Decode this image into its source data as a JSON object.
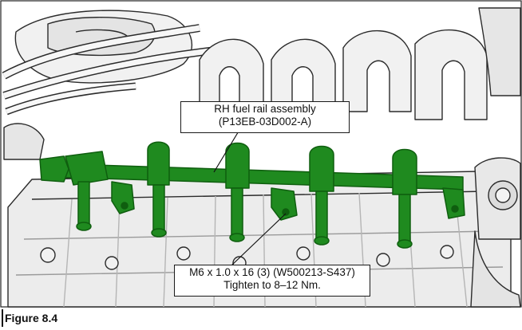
{
  "callouts": {
    "rail_line1": "RH fuel rail assembly",
    "rail_line2": "(P13EB-03D002-A)",
    "bolt_line1": "M6 x 1.0 x 16 (3) (W500213-S437)",
    "bolt_line2": "Tighten to 8–12 Nm."
  },
  "caption": "Figure 8.4",
  "colors": {
    "highlight_part": "#1f8a1f",
    "highlight_dark": "#0f5e0f",
    "engine_line": "#2b2b2b",
    "engine_fill": "#f1f1f1",
    "engine_shade": "#d9d9d9"
  }
}
